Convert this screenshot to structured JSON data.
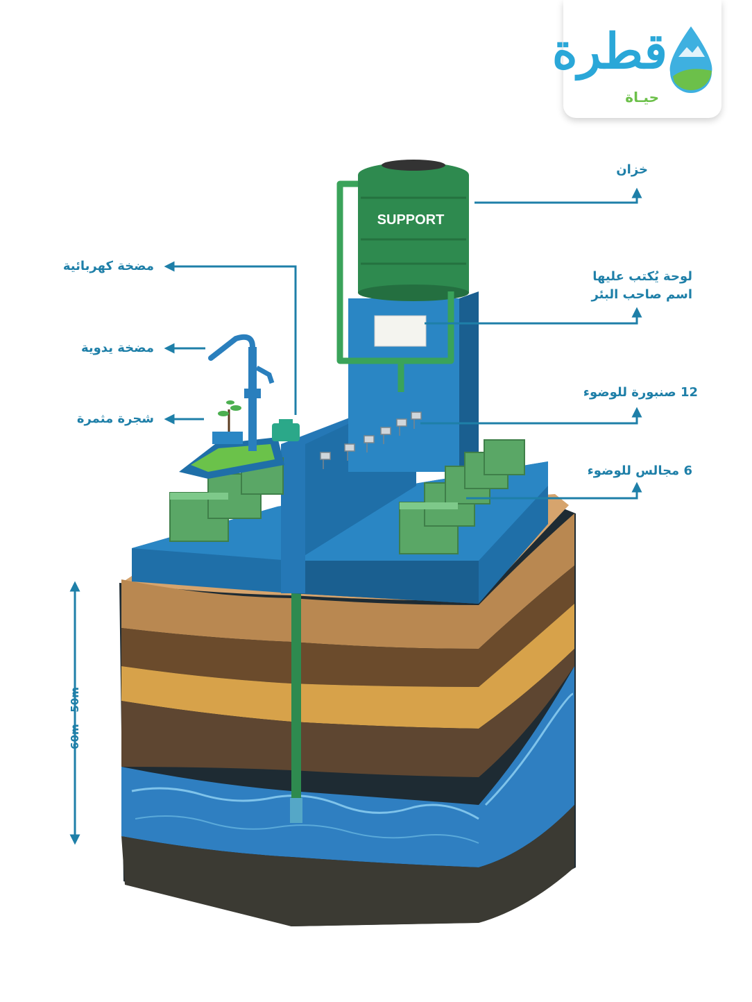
{
  "logo": {
    "main": "قطرة",
    "sub": "حيـاة"
  },
  "tank_label": "SUPPORT",
  "labels": {
    "tank": "خزان",
    "sign_line1": "لوحة يُكتب عليها",
    "sign_line2": "اسم صاحب البئر",
    "taps": "12 صنبورة للوضوء",
    "seats": "6 مجالس للوضوء",
    "electric_pump": "مضخة كهربائية",
    "hand_pump": "مضخة يدوية",
    "fruit_tree": "شجرة مثمرة"
  },
  "depth": "60m - 50m",
  "colors": {
    "accent": "#1e7fa8",
    "water": "#2f7fc1",
    "tank": "#2e8a4f",
    "base": "#1f6fa8"
  }
}
